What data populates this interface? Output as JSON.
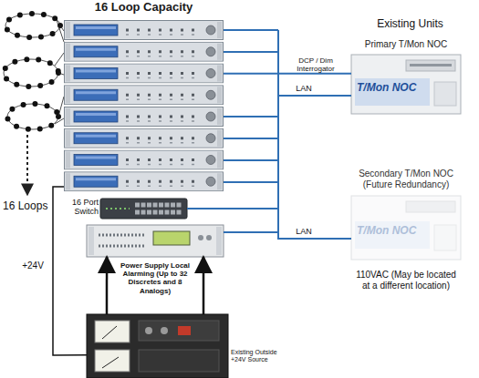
{
  "diagram": {
    "nodes": [
      {
        "text": [
          "16 Loop Capacity"
        ]
      },
      {
        "text": [
          "Primary T/Mon NOC",
          "T/Mon NOC"
        ]
      },
      {
        "text": [
          "Secondary T/Mon NOC (Future Redundancy)",
          "T/Mon NOC"
        ]
      },
      {
        "text": [
          "16 Port Switch"
        ]
      },
      {
        "text": [
          "Power Supply Local Alarming (Up to 32 Discretes and 8 Analogs)"
        ]
      },
      {
        "text": [
          "Existing Outside +24V Source"
        ]
      }
    ],
    "edges": [
      {
        "from": 0,
        "to": 1,
        "label": "DCP / Dim Interrogator",
        "arrow": "none"
      },
      {
        "from": 3,
        "to": 1,
        "label": "LAN",
        "arrow": "none"
      },
      {
        "from": 3,
        "to": 2,
        "label": "LAN",
        "arrow": "none"
      },
      {
        "from": 0,
        "to": 3,
        "arrow": "none"
      },
      {
        "from": 4,
        "to": 3,
        "arrow": "none"
      },
      {
        "from": 5,
        "to": 4,
        "arrow": "to"
      },
      {
        "from": 5,
        "to": 4,
        "arrow": "to"
      },
      {
        "from": 5,
        "to": 0,
        "label": "+24V",
        "arrow": "none"
      }
    ],
    "labels": [
      "Existing Units",
      "16 Loops",
      "110VAC (May be located at a different location)"
    ]
  }
}
